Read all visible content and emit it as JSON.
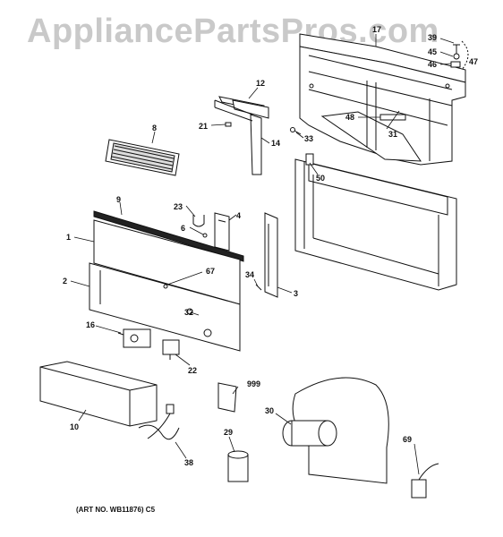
{
  "watermark": "AppliancePartsPros.com",
  "footer": "(ART NO. WB11876) C5",
  "callouts": [
    {
      "id": "17",
      "label": "17"
    },
    {
      "id": "39",
      "label": "39"
    },
    {
      "id": "45",
      "label": "45"
    },
    {
      "id": "46",
      "label": "46"
    },
    {
      "id": "47",
      "label": "47"
    },
    {
      "id": "12",
      "label": "12"
    },
    {
      "id": "8",
      "label": "8"
    },
    {
      "id": "21",
      "label": "21"
    },
    {
      "id": "14",
      "label": "14"
    },
    {
      "id": "48",
      "label": "48"
    },
    {
      "id": "31",
      "label": "31"
    },
    {
      "id": "33",
      "label": "33"
    },
    {
      "id": "50",
      "label": "50"
    },
    {
      "id": "9",
      "label": "9"
    },
    {
      "id": "23",
      "label": "23"
    },
    {
      "id": "4",
      "label": "4"
    },
    {
      "id": "6",
      "label": "6"
    },
    {
      "id": "1",
      "label": "1"
    },
    {
      "id": "67",
      "label": "67"
    },
    {
      "id": "2",
      "label": "2"
    },
    {
      "id": "34",
      "label": "34"
    },
    {
      "id": "3",
      "label": "3"
    },
    {
      "id": "32",
      "label": "32"
    },
    {
      "id": "16",
      "label": "16"
    },
    {
      "id": "22",
      "label": "22"
    },
    {
      "id": "999",
      "label": "999"
    },
    {
      "id": "10",
      "label": "10"
    },
    {
      "id": "30",
      "label": "30"
    },
    {
      "id": "29",
      "label": "29"
    },
    {
      "id": "69",
      "label": "69"
    },
    {
      "id": "38",
      "label": "38"
    }
  ]
}
